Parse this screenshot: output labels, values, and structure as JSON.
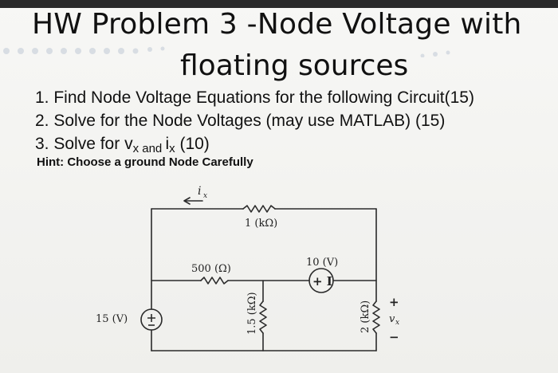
{
  "title": {
    "line1": "HW Problem 3  -Node Voltage with",
    "line2": "floating sources"
  },
  "tasks": [
    {
      "number": "1.",
      "text": "Find Node Voltage Equations for the following Circuit(15)"
    },
    {
      "number": "2.",
      "text": "Solve for the Node Voltages (may use MATLAB) (15)"
    },
    {
      "number": "3.",
      "text_before": "Solve for v",
      "sub_x": "x",
      "text_and": " and ",
      "text_i": "i",
      "sub_ix": "x",
      "text_after": " (10)"
    }
  ],
  "hint": "Hint: Choose a ground Node Carefully",
  "circuit": {
    "current_label": "i",
    "current_sub": "x",
    "r_top_label": "1 (kΩ)",
    "r_500_label": "500 (Ω)",
    "r_15k_label": "1.5 (kΩ)",
    "r_2k_label": "2 (kΩ)",
    "v_source_label": "15 (V)",
    "v_floating_label": "10 (V)",
    "vx_plus": "+",
    "vx_label": "v",
    "vx_sub": "x",
    "vx_minus": "−",
    "source_sign": "+ | −",
    "floating_sign": "+ I"
  },
  "colors": {
    "text": "#111111",
    "wire": "#2a2a2a",
    "background": "#f4f4f2"
  }
}
